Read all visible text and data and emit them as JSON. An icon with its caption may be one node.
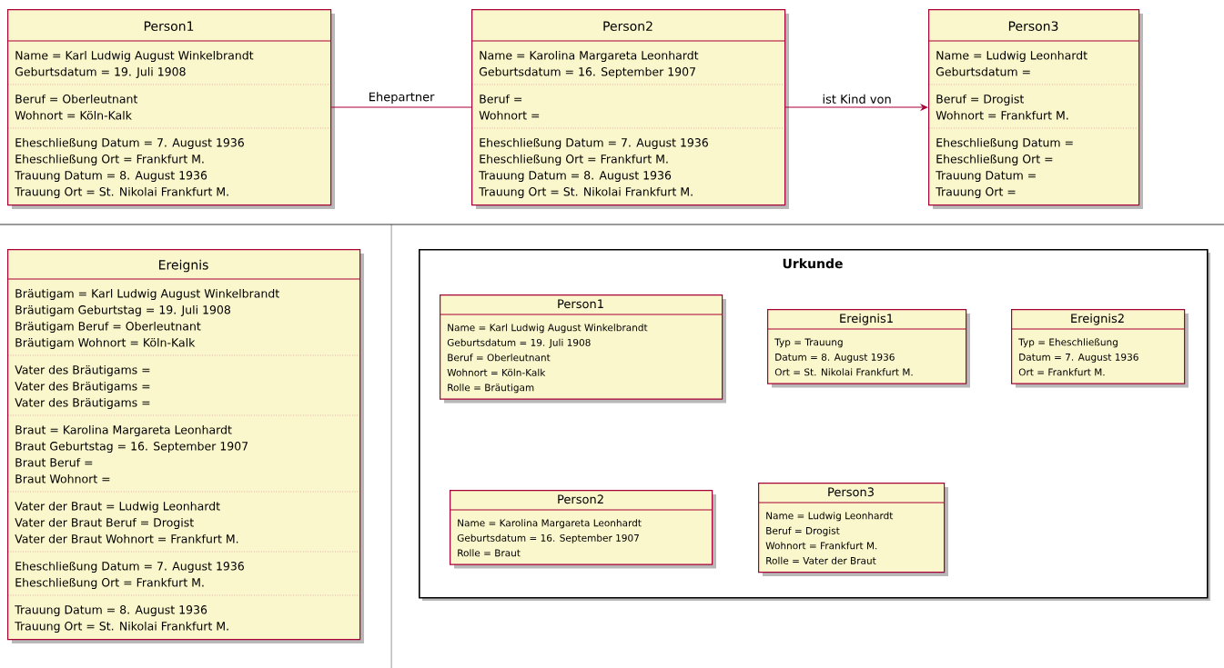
{
  "diagram": {
    "nodes": [
      {
        "text": [
          "Person1",
          "Name =  Karl Ludwig August Winkelbrandt",
          "Geburtsdatum = 19. Juli 1908",
          "Beruf  = Oberleutnant",
          "Wohnort = Köln-Kalk",
          "Eheschließung Datum = 7. August 1936",
          "Eheschließung Ort = Frankfurt M.",
          "Trauung Datum = 8. August 1936",
          "Trauung Ort = St. Nikolai Frankfurt M."
        ]
      },
      {
        "text": [
          "Person2",
          "Name = Karolina Margareta Leonhardt",
          "Geburtsdatum = 16. September 1907",
          "Beruf  =",
          "Wohnort =",
          "Eheschließung Datum = 7. August 1936",
          "Eheschließung Ort = Frankfurt M.",
          "Trauung Datum = 8. August 1936",
          "Trauung Ort = St. Nikolai Frankfurt M."
        ]
      },
      {
        "text": [
          "Person3",
          "Name = Ludwig Leonhardt",
          "Geburtsdatum =",
          "Beruf  = Drogist",
          "Wohnort = Frankfurt M.",
          "Eheschließung Datum =",
          "Eheschließung Ort =",
          "Trauung Datum =",
          "Trauung Ort ="
        ]
      },
      {
        "text": [
          "Ereignis",
          "Bräutigam = Karl Ludwig August Winkelbrandt",
          "Bräutigam Geburtstag = 19. Juli 1908",
          "Bräutigam Beruf = Oberleutnant",
          "Bräutigam Wohnort = Köln-Kalk",
          "Vater des Bräutigams =",
          "Vater des Bräutigams =",
          "Vater des Bräutigams =",
          "Braut = Karolina Margareta Leonhardt",
          "Braut Geburtstag = 16. September 1907",
          "Braut Beruf =",
          "Braut Wohnort =",
          "Vater der Braut = Ludwig Leonhardt",
          "Vater der Braut Beruf = Drogist",
          "Vater der Braut Wohnort = Frankfurt M.",
          "Eheschließung Datum = 7. August 1936",
          "Eheschließung Ort = Frankfurt M.",
          "Trauung Datum = 8. August 1936",
          "Trauung Ort = St. Nikolai Frankfurt M."
        ]
      },
      {
        "text": [
          "Urkunde"
        ]
      },
      {
        "text": [
          "Person1",
          "Name =  Karl Ludwig August Winkelbrandt",
          "Geburtsdatum = 19. Juli 1908",
          "Beruf  = Oberleutnant",
          "Wohnort = Köln-Kalk",
          "Rolle = Bräutigam"
        ],
        "in": 4
      },
      {
        "text": [
          "Ereignis1",
          "Typ = Trauung",
          "Datum = 8. August 1936",
          "Ort = St. Nikolai Frankfurt M."
        ],
        "in": 4
      },
      {
        "text": [
          "Ereignis2",
          "Typ = Eheschließung",
          "Datum = 7. August 1936",
          "Ort = Frankfurt M."
        ],
        "in": 4
      },
      {
        "text": [
          "Person2",
          "Name = Karolina Margareta Leonhardt",
          "Geburtsdatum = 16. September 1907",
          "Rolle = Braut"
        ],
        "in": 4
      },
      {
        "text": [
          "Person3",
          "Name = Ludwig Leonhardt",
          "Beruf  = Drogist",
          "Wohnort = Frankfurt M.",
          "Rolle = Vater der Braut"
        ],
        "in": 4
      }
    ],
    "edges": [
      {
        "from": 0,
        "to": 1,
        "arrow": "none",
        "label": "Ehepartner"
      },
      {
        "from": 1,
        "to": 2,
        "arrow": "to",
        "label": "ist Kind von"
      }
    ]
  }
}
